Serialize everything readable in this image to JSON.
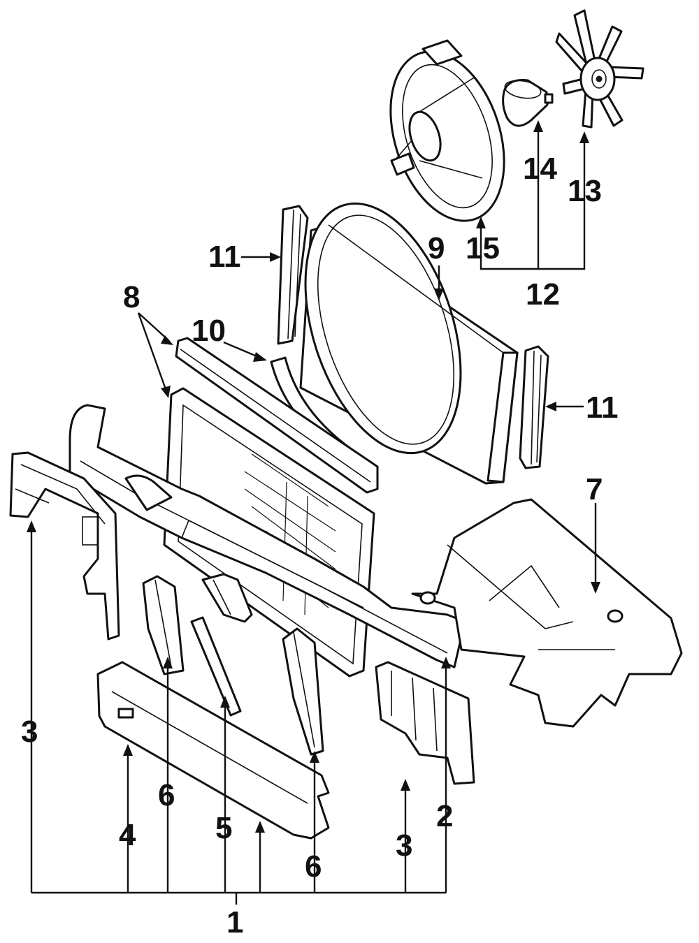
{
  "callouts": {
    "c1": "1",
    "c2": "2",
    "c3a": "3",
    "c3b": "3",
    "c4": "4",
    "c5": "5",
    "c6a": "6",
    "c6b": "6",
    "c7": "7",
    "c8": "8",
    "c9": "9",
    "c10": "10",
    "c11a": "11",
    "c11b": "11",
    "c12": "12",
    "c13": "13",
    "c14": "14",
    "c15": "15"
  }
}
